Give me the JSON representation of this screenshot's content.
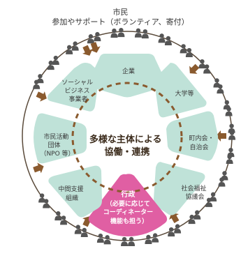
{
  "header": {
    "line1": "市民",
    "line2": "参加やサポート（ボランティア、寄付）"
  },
  "center": {
    "line1": "多様な主体による",
    "line2": "協働・連携"
  },
  "nodes": {
    "top": [
      "企業"
    ],
    "upper_right": [
      "大学等"
    ],
    "right": [
      "町内会・",
      "自治会"
    ],
    "lower_right": [
      "社会福祉",
      "協議会"
    ],
    "bottom": [
      "行政",
      "（必要に応じて",
      "コーディネーター",
      "機能も担う）"
    ],
    "lower_left": [
      "中間支援",
      "組織"
    ],
    "left": [
      "市民活動",
      "団体",
      "（NPO 等）"
    ],
    "upper_left": [
      "ソーシャル",
      "ビジネス",
      "事業者"
    ]
  },
  "colors": {
    "node_fill": "#bfe2d8",
    "bottom_fill": "#e05fa3",
    "ring_stroke": "#5a4a3a",
    "dashed_stroke": "#8a5a2e",
    "arrow_fill": "#8a5a2e",
    "person_fill": "#555555"
  }
}
